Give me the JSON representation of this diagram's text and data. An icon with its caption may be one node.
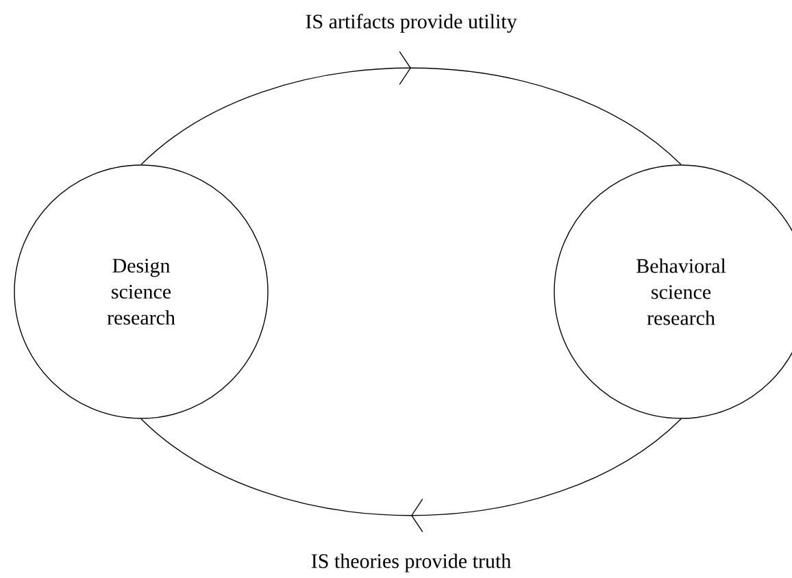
{
  "diagram": {
    "nodes": [
      {
        "text": [
          "Design science research"
        ]
      },
      {
        "text": [
          "Behavioral science research"
        ]
      }
    ],
    "edges": [
      {
        "from": 0,
        "to": 1,
        "arrow": "to",
        "label": "IS artifacts provide utility"
      },
      {
        "from": 1,
        "to": 0,
        "arrow": "to",
        "label": "IS theories provide truth"
      }
    ]
  }
}
